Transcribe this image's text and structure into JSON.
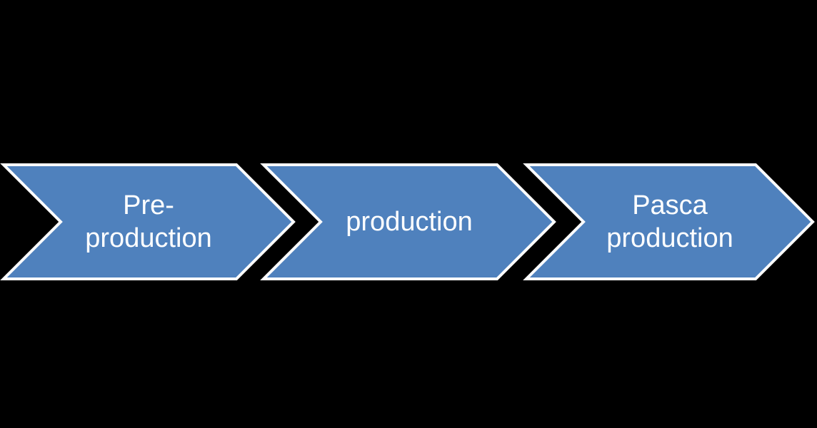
{
  "diagram": {
    "type": "process-flow",
    "background_color": "#000000",
    "shape_fill": "#4F81BD",
    "shape_stroke": "#FFFFFF",
    "text_color": "#FFFFFF",
    "steps": [
      {
        "name": "pre-production",
        "label": "Pre-production",
        "lines": [
          "Pre-",
          "production"
        ]
      },
      {
        "name": "production",
        "label": "production",
        "lines": [
          "production"
        ]
      },
      {
        "name": "pasca-production",
        "label": "Pasca production",
        "lines": [
          "Pasca",
          "production"
        ]
      }
    ]
  }
}
